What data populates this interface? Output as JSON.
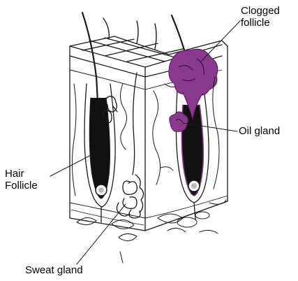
{
  "labels": {
    "clogged_follicle": [
      "Clogged",
      "follicle"
    ],
    "oil_gland": "Oil gland",
    "hair_follicle": [
      "Hair",
      "Follicle"
    ],
    "sweat_gland": "Sweat gland"
  },
  "colors": {
    "ink": "#1a1a1a",
    "clog": "#8a3a8c",
    "clog_dark": "#5c1f5e",
    "background": "#ffffff"
  }
}
